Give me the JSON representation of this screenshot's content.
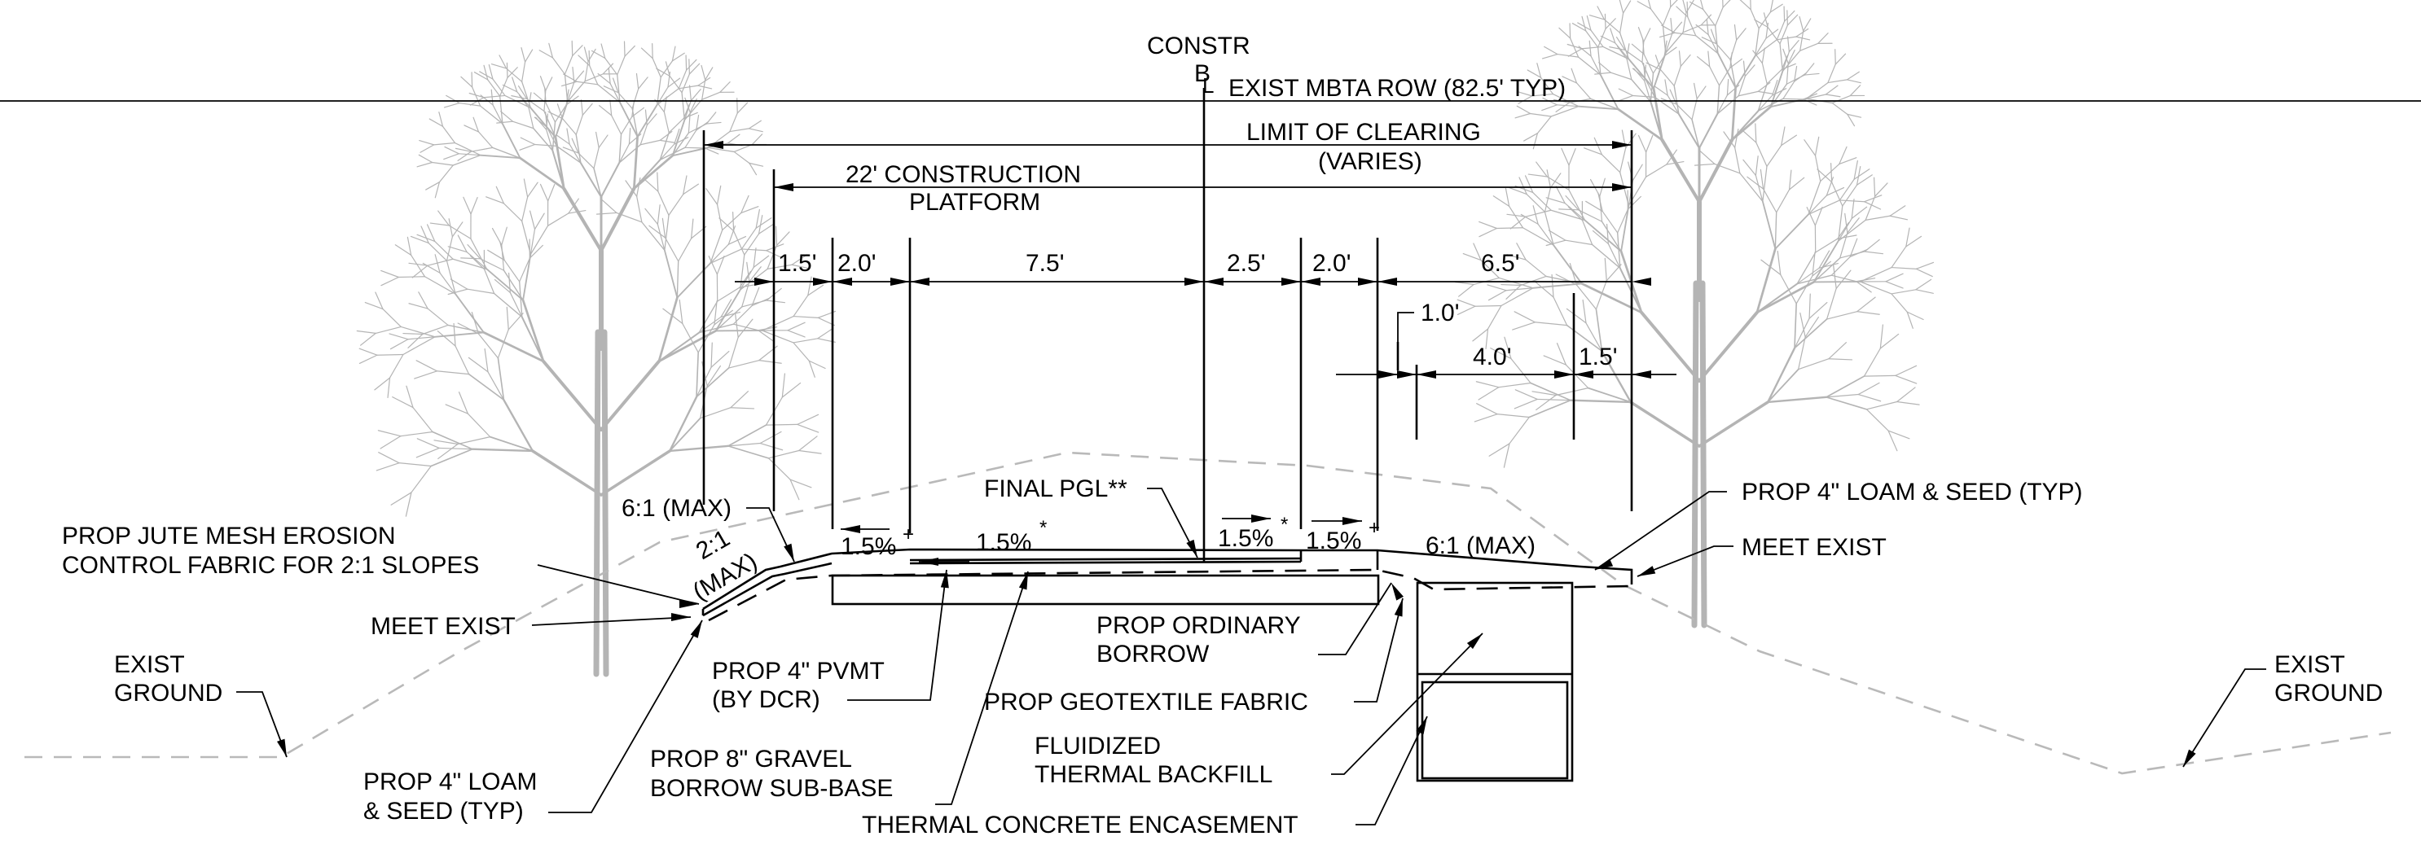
{
  "labels": {
    "constr": "CONSTR",
    "baseline": "B",
    "baseline_sub": "L",
    "row": "EXIST MBTA ROW (82.5' TYP)",
    "limit_line1": "LIMIT OF CLEARING",
    "limit_line2": "(VARIES)",
    "platform_line1": "22' CONSTRUCTION",
    "platform_line2": "PLATFORM",
    "dim_1_5_left": "1.5'",
    "dim_2_0_left": "2.0'",
    "dim_7_5": "7.5'",
    "dim_2_5": "2.5'",
    "dim_2_0_right": "2.0'",
    "dim_6_5": "6.5'",
    "dim_1_0": "1.0'",
    "dim_4_0": "4.0'",
    "dim_1_5_right": "1.5'",
    "slope_6_1_left": "6:1 (MAX)",
    "slope_6_1_right": "6:1 (MAX)",
    "slope_2_1": "2:1",
    "slope_max": "(MAX)",
    "final_pgl": "FINAL PGL**",
    "cross_1": "1.5%",
    "cross_1_mark": "+",
    "cross_2": "1.5%",
    "cross_2_mark": "*",
    "cross_3": "1.5%",
    "cross_3_mark": "*",
    "cross_4": "1.5%",
    "cross_4_mark": "+",
    "jute_line1": "PROP JUTE MESH EROSION",
    "jute_line2": "CONTROL FABRIC FOR 2:1 SLOPES",
    "meet_exist_left": "MEET EXIST",
    "meet_exist_right": "MEET EXIST",
    "exist_ground_left_1": "EXIST",
    "exist_ground_left_2": "GROUND",
    "exist_ground_right_1": "EXIST",
    "exist_ground_right_2": "GROUND",
    "loam_left_1": "PROP 4\" LOAM",
    "loam_left_2": "& SEED (TYP)",
    "loam_right": "PROP 4\" LOAM & SEED (TYP)",
    "pvmt_1": "PROP 4\" PVMT",
    "pvmt_2": "(BY DCR)",
    "gravel_1": "PROP 8\" GRAVEL",
    "gravel_2": "BORROW SUB-BASE",
    "ordinary_1": "PROP ORDINARY",
    "ordinary_2": "BORROW",
    "geotextile": "PROP GEOTEXTILE FABRIC",
    "fluid_1": "FLUIDIZED",
    "fluid_2": "THERMAL BACKFILL",
    "encasement": "THERMAL CONCRETE ENCASEMENT"
  }
}
